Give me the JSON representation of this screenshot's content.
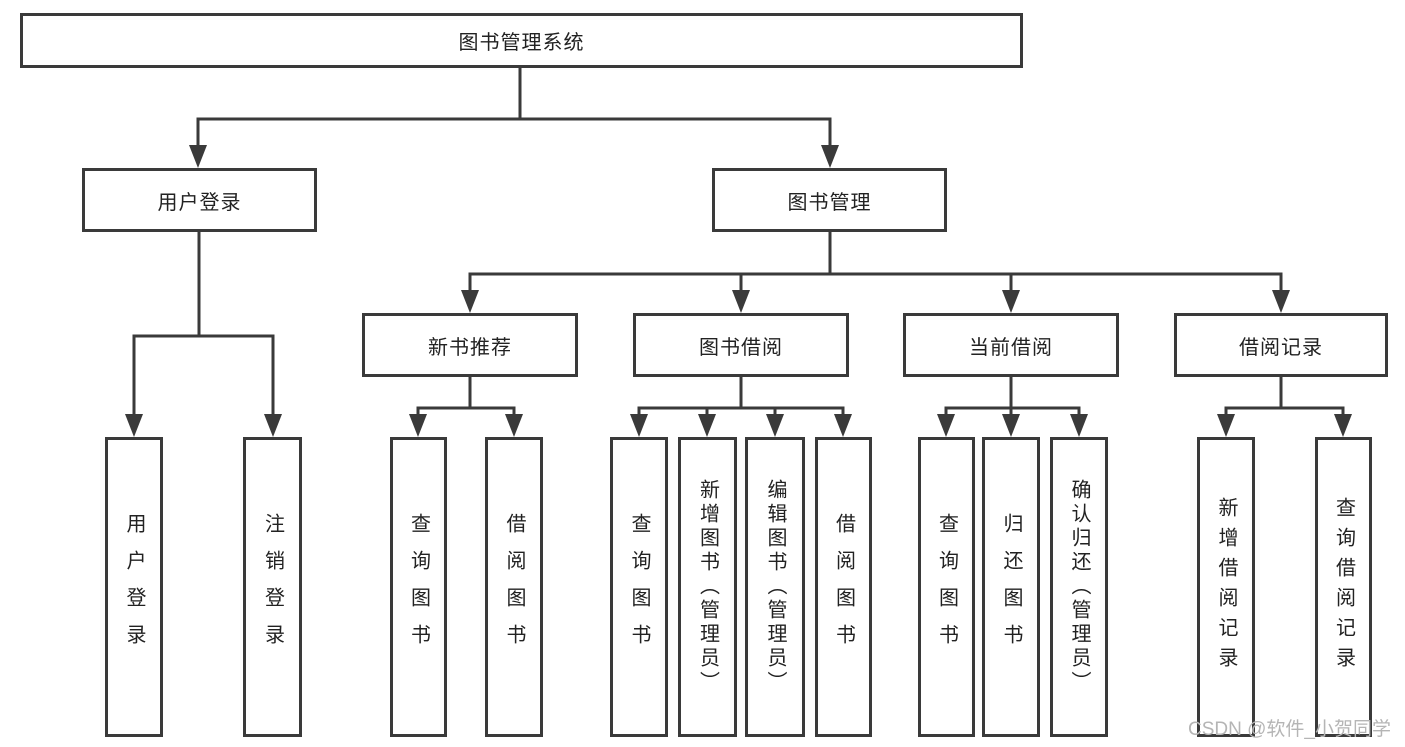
{
  "root": {
    "label": "图书管理系统"
  },
  "branches": {
    "userLogin": {
      "label": "用户登录",
      "leaves": [
        "用户登录",
        "注销登录"
      ]
    },
    "bookMgmt": {
      "label": "图书管理",
      "groups": [
        {
          "label": "新书推荐",
          "leaves": [
            "查询图书",
            "借阅图书"
          ]
        },
        {
          "label": "图书借阅",
          "leaves": [
            "查询图书",
            "新增图书（管理员）",
            "编辑图书（管理员）",
            "借阅图书"
          ]
        },
        {
          "label": "当前借阅",
          "leaves": [
            "查询图书",
            "归还图书",
            "确认归还（管理员）"
          ]
        },
        {
          "label": "借阅记录",
          "leaves": [
            "新增借阅记录",
            "查询借阅记录"
          ]
        }
      ]
    }
  },
  "watermark": "CSDN @软件_小贺同学",
  "colors": {
    "line": "#3a3a3a",
    "text": "#222222",
    "watermark": "#b5b5b5",
    "background": "#ffffff"
  }
}
